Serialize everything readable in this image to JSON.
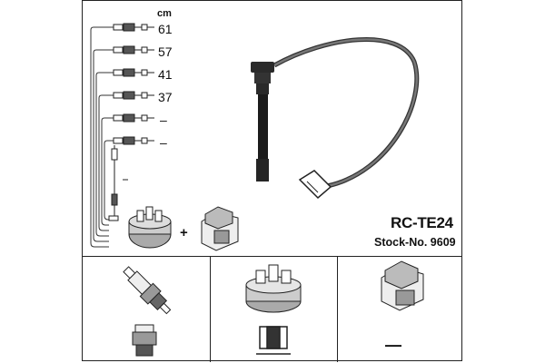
{
  "header": {
    "unit": "cm"
  },
  "leads": [
    {
      "length": "61"
    },
    {
      "length": "57"
    },
    {
      "length": "41"
    },
    {
      "length": "37"
    },
    {
      "length": "–"
    },
    {
      "length": "–"
    }
  ],
  "product": {
    "model": "RC-TE24",
    "stock": "Stock-No. 9609"
  },
  "extras": {
    "plus": "+",
    "coil_connector_dash": "—"
  }
}
